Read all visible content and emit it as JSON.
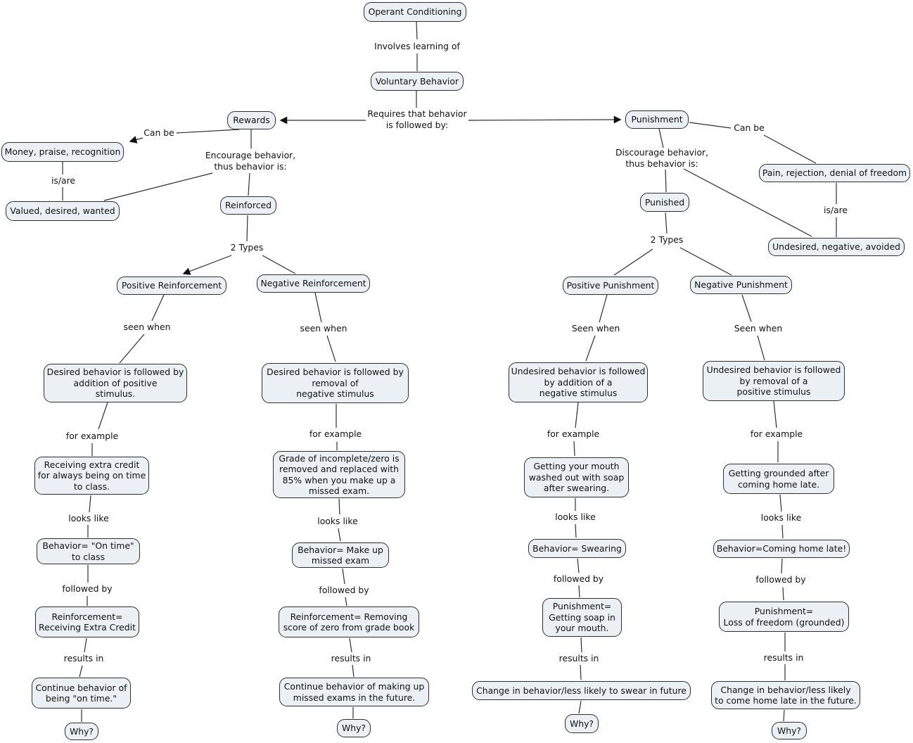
{
  "diagram": {
    "type": "concept-map",
    "root_concept": "Operant Conditioning"
  },
  "colors": {
    "node_fill": "#eaf0f3",
    "node_border": "#2f2f2f",
    "line_color": "#2e2e2e",
    "text_color": "#111111",
    "bg_color": "#ffffff"
  },
  "nodes": {
    "operant_conditioning": "Operant Conditioning",
    "voluntary_behavior": "Voluntary Behavior",
    "rewards": "Rewards",
    "punishment": "Punishment",
    "money_praise": "Money, praise, recognition",
    "valued_desired": "Valued, desired, wanted",
    "reinforced": "Reinforced",
    "pain_rejection": "Pain, rejection, denial of freedom",
    "punished": "Punished",
    "undesired_negative": "Undesired, negative, avoided",
    "positive_reinforcement": "Positive Reinforcement",
    "negative_reinforcement": "Negative Reinforcement",
    "positive_punishment": "Positive Punishment",
    "negative_punishment": "Negative Punishment",
    "pr_definition": "Desired behavior is followed by\naddition of positive\nstimulus.",
    "nr_definition": "Desired behavior is followed by\nremoval of\nnegative stimulus",
    "pp_definition": "Undesired behavior is followed\nby addition of a\nnegative stimulus",
    "np_definition": "Undesired behavior is followed\nby removal of a\npositive stimulus",
    "pr_example": "Receiving extra credit\nfor always being on time\nto class.",
    "nr_example": "Grade of incomplete/zero is\nremoved and replaced with\n85% when you make up a\nmissed exam.",
    "pp_example": "Getting your mouth\nwashed out with soap\nafter swearing.",
    "np_example": "Getting grounded after\ncoming home late.",
    "pr_behavior": "Behavior= \"On time\"\nto class",
    "nr_behavior": "Behavior= Make up\nmissed exam",
    "pp_behavior": "Behavior= Swearing",
    "np_behavior": "Behavior=Coming home late!",
    "pr_consequence": "Reinforcement=\nReceiving Extra Credit",
    "nr_consequence": "Reinforcement= Removing\nscore of zero from grade book",
    "pp_consequence": "Punishment=\nGetting soap in\nyour mouth.",
    "np_consequence": "Punishment=\nLoss of freedom (grounded)",
    "pr_result": "Continue behavior of\nbeing \"on time.\"",
    "nr_result": "Continue behavior of making up\nmissed exams in the future.",
    "pp_result": "Change in behavior/less likely to swear in future",
    "np_result": "Change in behavior/less likely\nto come home late in the future.",
    "pr_why": "Why?",
    "nr_why": "Why?",
    "pp_why": "Why?",
    "np_why": "Why?"
  },
  "labels": {
    "involves_learning_of": "Involves learning of",
    "requires_behavior": "Requires that behavior\nis followed by:",
    "can_be_left": "Can be",
    "can_be_right": "Can be",
    "is_are_left": "is/are",
    "is_are_right": "is/are",
    "encourage_behavior": "Encourage behavior,\nthus behavior is:",
    "discourage_behavior": "Discourage behavior,\nthus behavior is:",
    "two_types_left": "2 Types",
    "two_types_right": "2 Types",
    "seen_when_pr": "seen when",
    "seen_when_nr": "seen when",
    "seen_when_pp": "Seen when",
    "seen_when_np": "Seen when",
    "for_example_pr": "for example",
    "for_example_nr": "for example",
    "for_example_pp": "for example",
    "for_example_np": "for example",
    "looks_like_pr": "looks like",
    "looks_like_nr": "looks like",
    "looks_like_pp": "looks like",
    "looks_like_np": "looks like",
    "followed_by_pr": "followed by",
    "followed_by_nr": "followed by",
    "followed_by_pp": "followed by",
    "followed_by_np": "followed by",
    "results_in_pr": "results in",
    "results_in_nr": "results in",
    "results_in_pp": "results in",
    "results_in_np": "results in"
  }
}
